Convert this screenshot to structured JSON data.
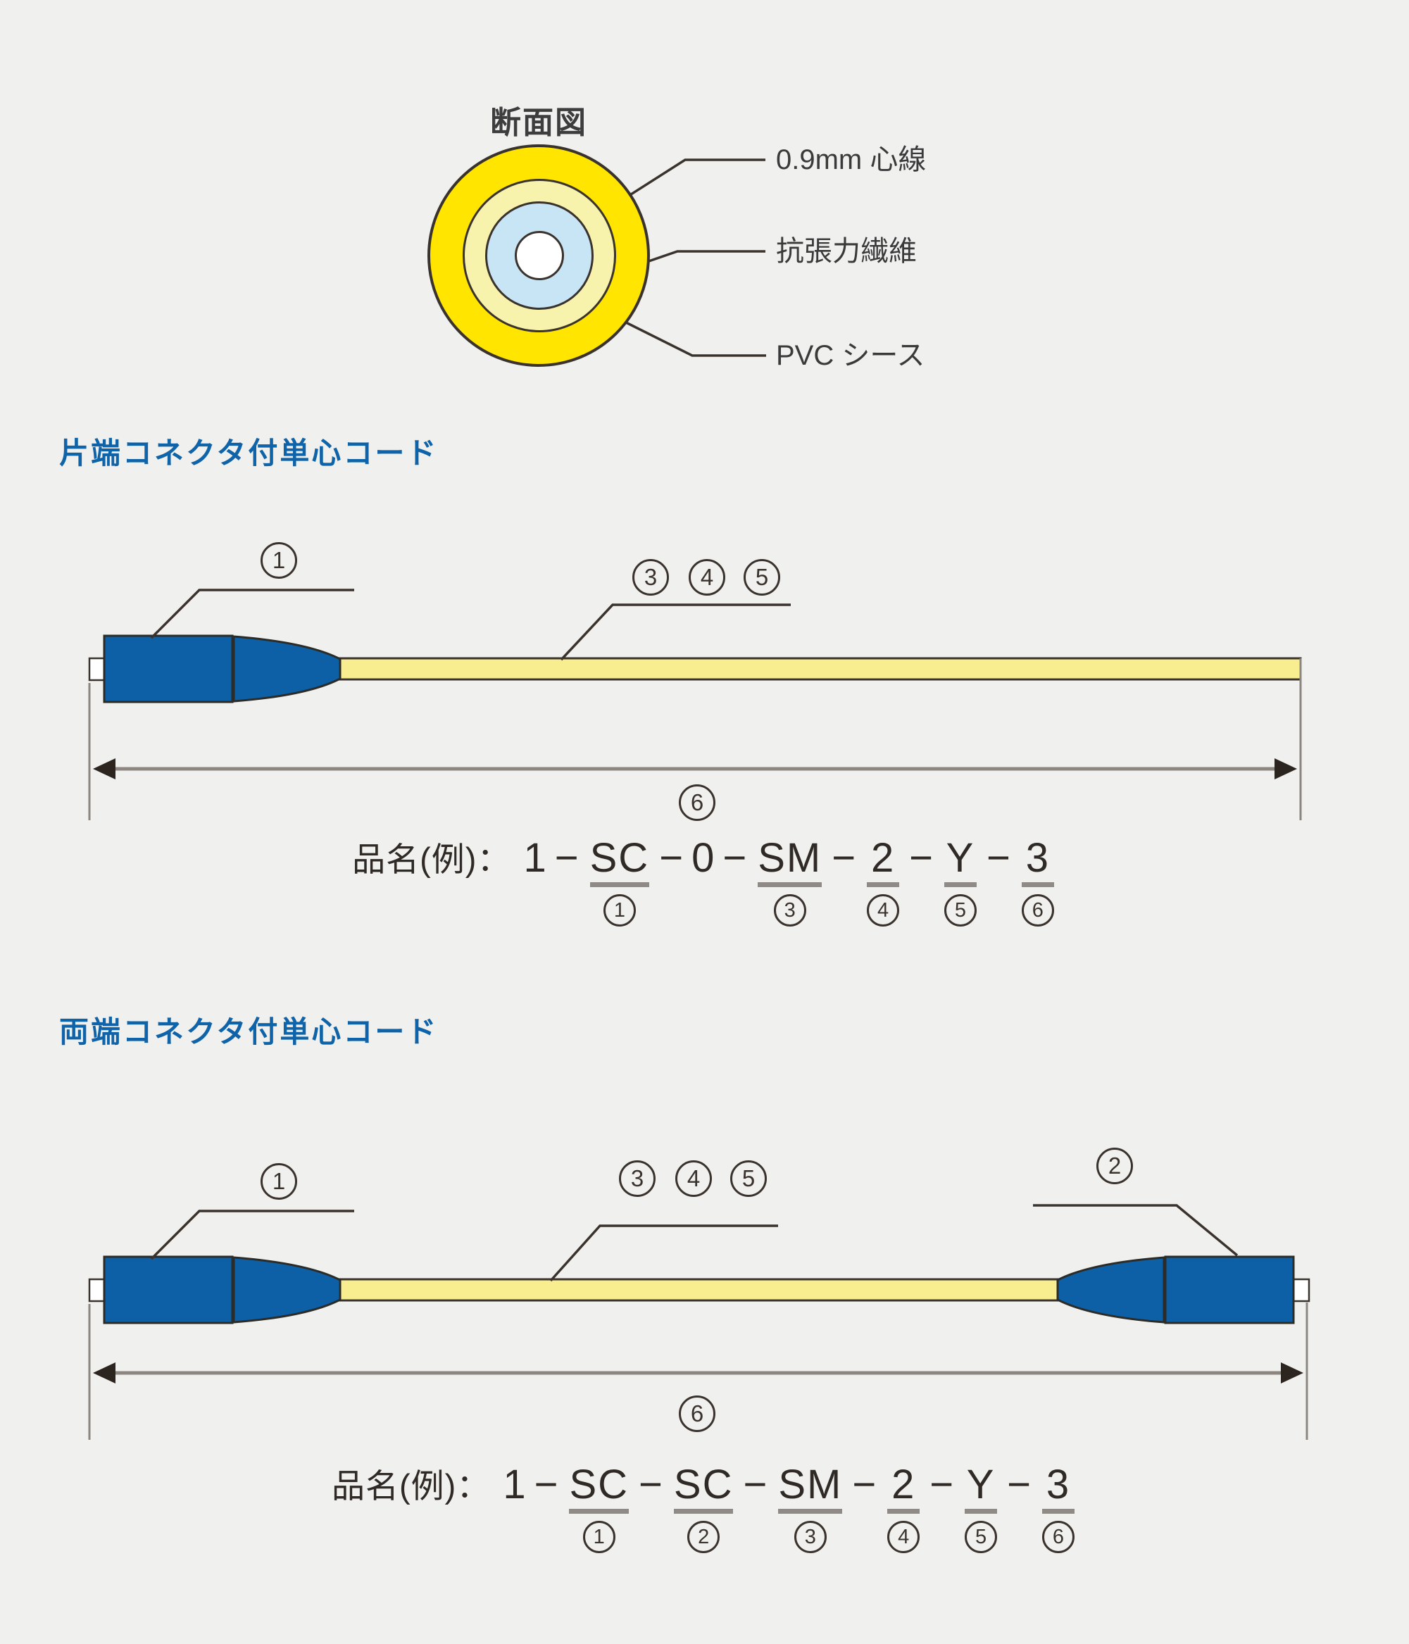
{
  "cross_section": {
    "title": "断面図",
    "label_core": "0.9mm 心線",
    "label_fiber": "抗張力繊維",
    "label_sheath": "PVC シース"
  },
  "section1": {
    "heading": "片端コネクタ付単心コード",
    "callout_1": "1",
    "callout_3": "3",
    "callout_4": "4",
    "callout_5": "5",
    "callout_6": "6",
    "name_prefix": "品名(例)：",
    "parts": [
      "1",
      "−",
      "SC",
      "−",
      "0",
      "−",
      "SM",
      "−",
      "2",
      "−",
      "Y",
      "−",
      "3"
    ],
    "marks": {
      "2": "1",
      "6": "3",
      "8": "4",
      "10": "5",
      "12": "6"
    }
  },
  "section2": {
    "heading": "両端コネクタ付単心コード",
    "callout_1": "1",
    "callout_2": "2",
    "callout_3": "3",
    "callout_4": "4",
    "callout_5": "5",
    "callout_6": "6",
    "name_prefix": "品名(例)：",
    "parts": [
      "1",
      "−",
      "SC",
      "−",
      "SC",
      "−",
      "SM",
      "−",
      "2",
      "−",
      "Y",
      "−",
      "3"
    ],
    "marks": {
      "2": "1",
      "4": "2",
      "6": "3",
      "8": "4",
      "10": "5",
      "12": "6"
    }
  },
  "colors": {
    "heading_blue": "#0f63a8",
    "connector_blue": "#0d5fa6",
    "cable_yellow": "#f8ee90",
    "sheath_yellow": "#ffe500",
    "inner_yellow": "#f7f3ac",
    "core_blue": "#c8e5f6"
  }
}
